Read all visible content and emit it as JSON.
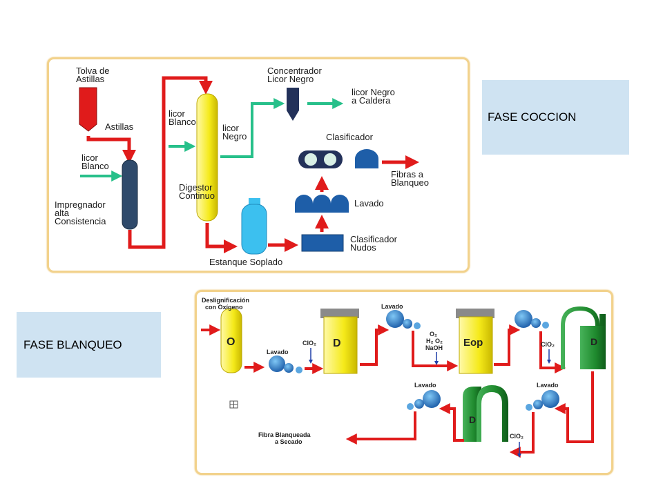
{
  "phases": {
    "coccion": "FASE COCCION",
    "blanqueo": "FASE BLANQUEO"
  },
  "cooking": {
    "tolva_1": "Tolva de",
    "tolva_2": "Astillas",
    "astillas": "Astillas",
    "licor_blanco_a_1": "licor",
    "licor_blanco_a_2": "Blanco",
    "impregnador_1": "Impregnador",
    "impregnador_2": "alta",
    "impregnador_3": "Consistencia",
    "licor_blanco_b_1": "licor",
    "licor_blanco_b_2": "Blanco",
    "digestor_1": "Digestor",
    "digestor_2": "Continuo",
    "licor_negro_1": "licor",
    "licor_negro_2": "Negro",
    "concentrador_1": "Concentrador",
    "concentrador_2": "Licor Negro",
    "licor_caldera_1": "licor Negro",
    "licor_caldera_2": "a Caldera",
    "clasificador": "Clasificador",
    "fibras_1": "Fibras a",
    "fibras_2": "Blanqueo",
    "lavado": "Lavado",
    "clasificador_nudos_1": "Clasificador",
    "clasificador_nudos_2": "Nudos",
    "estanque": "Estanque Soplado"
  },
  "bleaching": {
    "deslig_1": "Deslignificación",
    "deslig_2": "con Oxígeno",
    "tank_o": "O",
    "lavado_1": "Lavado",
    "clo2_1": "ClO₂",
    "tank_d1": "D",
    "lavado_2": "Lavado",
    "chem_1": "O₂",
    "chem_2": "H₂ O₂",
    "chem_3": "NaOH",
    "tank_eop": "Eop",
    "clo2_2": "ClO₂",
    "tank_d2": "D",
    "lavado_3": "Lavado",
    "lavado_4": "Lavado",
    "tank_d3": "D",
    "clo2_3": "ClO₂",
    "fibra_1": "Fibra Blanqueada",
    "fibra_2": "a Secado"
  },
  "colors": {
    "red": "#e01b1b",
    "green": "#27c08a",
    "yellow": "#f5ea1a",
    "navy": "#23315a",
    "cyan": "#3cc0ef",
    "blue": "#1e5ea8",
    "dark_green": "#1f8a2e"
  }
}
